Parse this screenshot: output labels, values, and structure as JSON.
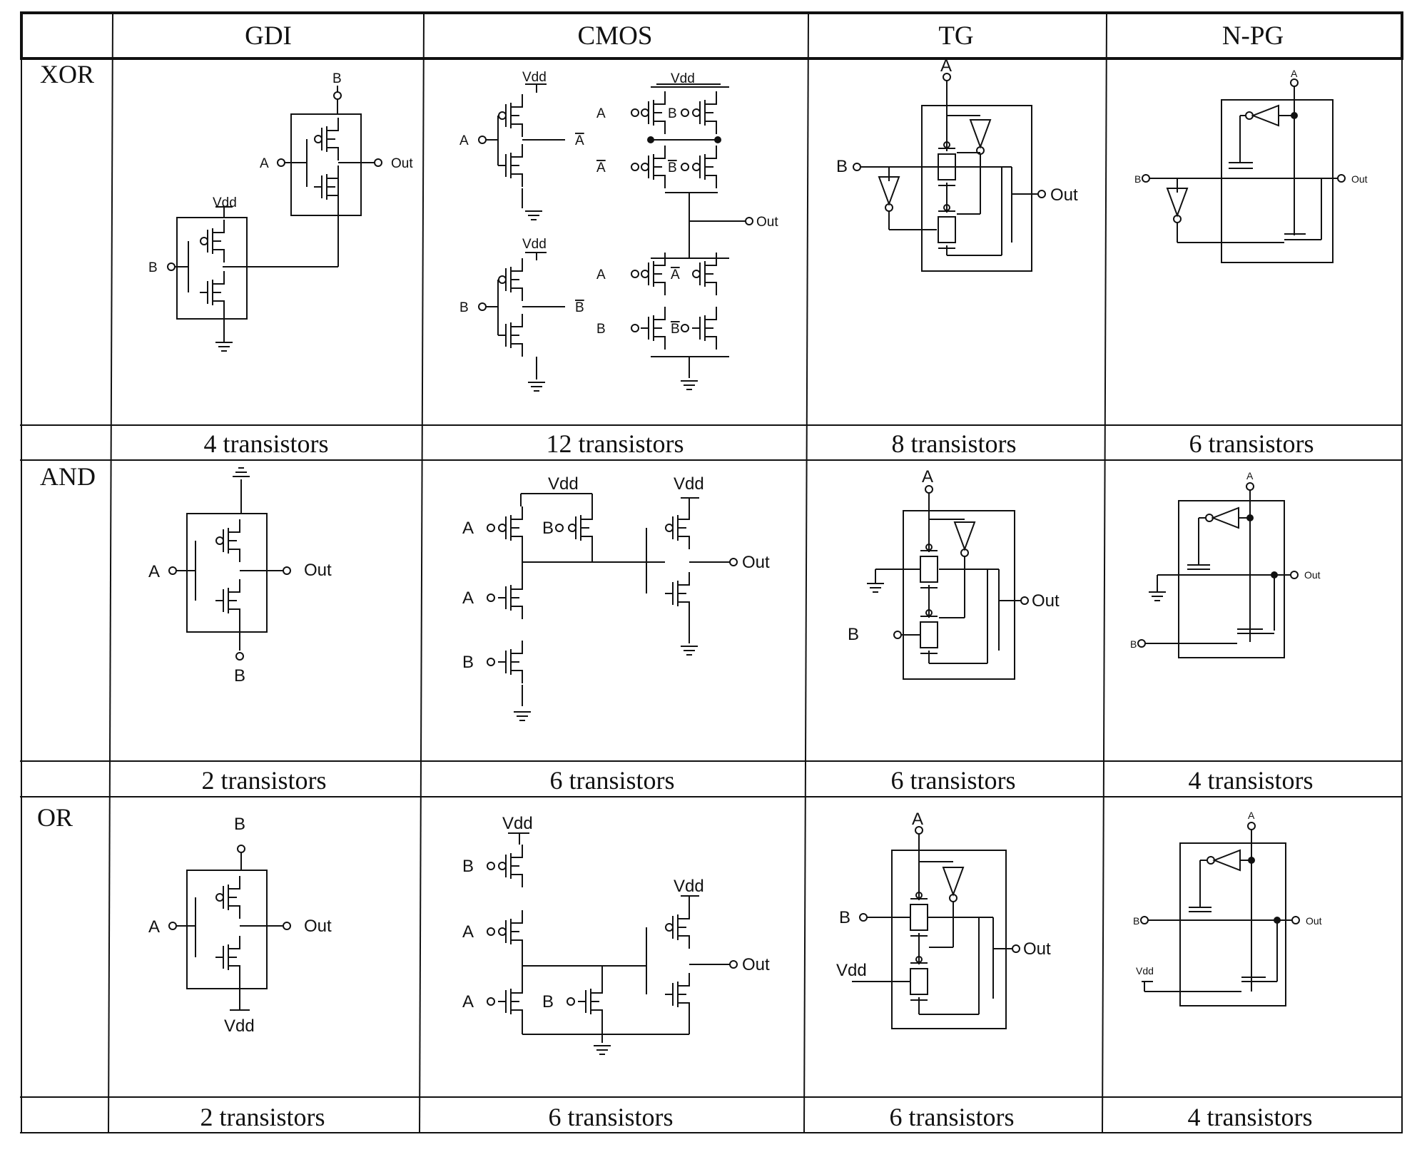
{
  "header": {
    "corner": "",
    "columns": [
      "GDI",
      "CMOS",
      "TG",
      "N-PG"
    ]
  },
  "rows": [
    {
      "gate": "XOR",
      "counts": [
        "4 transistors",
        "12 transistors",
        "8 transistors",
        "6 transistors"
      ]
    },
    {
      "gate": "AND",
      "counts": [
        "2 transistors",
        "6 transistors",
        "6 transistors",
        "4 transistors"
      ]
    },
    {
      "gate": "OR",
      "counts": [
        "2 transistors",
        "6 transistors",
        "6 transistors",
        "4 transistors"
      ]
    }
  ],
  "labels": {
    "a": "A",
    "b": "B",
    "out": "Out",
    "vdd": "Vdd",
    "a_bar": "A",
    "b_bar": "B"
  }
}
